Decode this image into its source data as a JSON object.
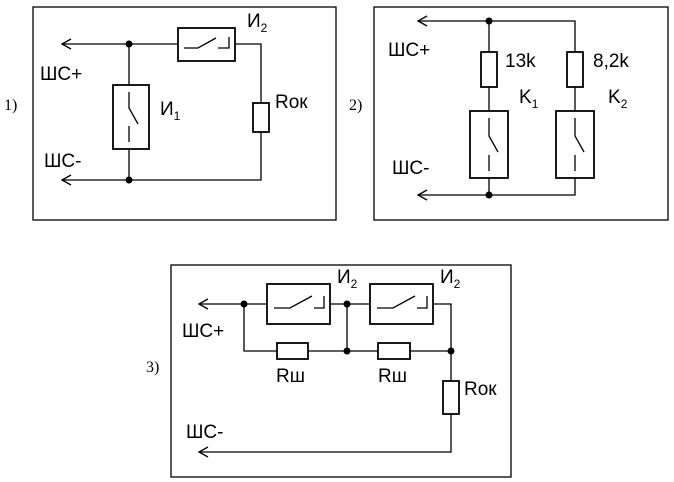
{
  "diagrams": [
    {
      "number": "1)",
      "plus": "ШС+",
      "minus": "ШС-",
      "detector1": {
        "letter": "И",
        "index": "1"
      },
      "detector2": {
        "letter": "И",
        "index": "2"
      },
      "resistor": "Rок"
    },
    {
      "number": "2)",
      "plus": "ШС+",
      "minus": "ШС-",
      "r1": "13k",
      "r2": "8,2k",
      "k1": {
        "letter": "K",
        "index": "1"
      },
      "k2": {
        "letter": "K",
        "index": "2"
      }
    },
    {
      "number": "3)",
      "plus": "ШС+",
      "minus": "ШС-",
      "detector_a": {
        "letter": "И",
        "index": "2"
      },
      "detector_b": {
        "letter": "И",
        "index": "2"
      },
      "shunt_a": "Rш",
      "shunt_b": "Rш",
      "resistor": "Rок"
    }
  ]
}
